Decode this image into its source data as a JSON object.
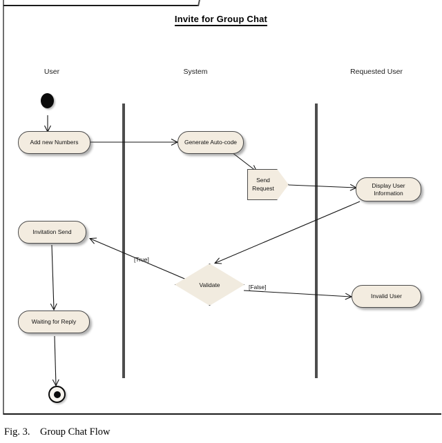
{
  "figure": {
    "title": "Invite for Group Chat",
    "caption_label": "Fig. 3.",
    "caption_text": "Group Chat Flow"
  },
  "lanes": [
    {
      "id": "user",
      "label": "User"
    },
    {
      "id": "system",
      "label": "System"
    },
    {
      "id": "requested_user",
      "label": "Requested User"
    }
  ],
  "nodes": {
    "start": {
      "type": "initial-node",
      "label": ""
    },
    "add_new_numbers": {
      "type": "action",
      "label": "Add new Numbers",
      "lane": "user"
    },
    "generate_auto_code": {
      "type": "action",
      "label": "Generate Auto-code",
      "lane": "system"
    },
    "send_request": {
      "type": "send-signal",
      "label": "Send\nRequest",
      "lane": "system"
    },
    "display_user_information": {
      "type": "action",
      "label": "Display User\nInformation",
      "lane": "requested_user"
    },
    "validate": {
      "type": "decision",
      "label": "Validate",
      "lane": "system"
    },
    "invitation_send": {
      "type": "action",
      "label": "Invitation Send",
      "lane": "user"
    },
    "waiting_for_reply": {
      "type": "action",
      "label": "Waiting for Reply",
      "lane": "user"
    },
    "invalid_user": {
      "type": "action",
      "label": "Invalid User",
      "lane": "requested_user"
    },
    "end": {
      "type": "final-node",
      "label": ""
    }
  },
  "guards": {
    "true_branch": "[True]",
    "false_branch": "[False]"
  },
  "edges": [
    {
      "from": "start",
      "to": "add_new_numbers",
      "label": ""
    },
    {
      "from": "add_new_numbers",
      "to": "generate_auto_code",
      "label": ""
    },
    {
      "from": "generate_auto_code",
      "to": "send_request",
      "label": ""
    },
    {
      "from": "send_request",
      "to": "display_user_information",
      "label": ""
    },
    {
      "from": "display_user_information",
      "to": "validate",
      "label": ""
    },
    {
      "from": "validate",
      "to": "invitation_send",
      "label": "[True]"
    },
    {
      "from": "validate",
      "to": "invalid_user",
      "label": "[False]"
    },
    {
      "from": "invitation_send",
      "to": "waiting_for_reply",
      "label": ""
    },
    {
      "from": "waiting_for_reply",
      "to": "end",
      "label": ""
    }
  ],
  "colors": {
    "node_fill": "#f3ece0",
    "node_stroke": "#4a4a4a",
    "lane_divider": "#4d4d4d",
    "text": "#111111",
    "background": "#ffffff"
  }
}
